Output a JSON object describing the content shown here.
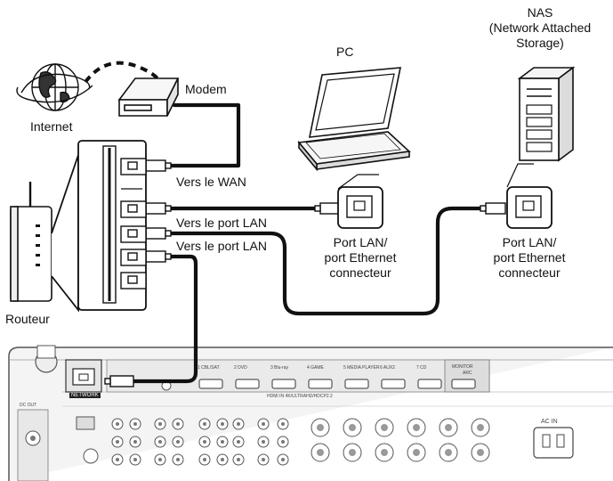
{
  "labels": {
    "internet": "Internet",
    "modem": "Modem",
    "router": "Routeur",
    "pc": "PC",
    "nas_line1": "NAS",
    "nas_line2": "(Network Attached",
    "nas_line3": "Storage)",
    "to_wan": "Vers le WAN",
    "to_lan_1": "Vers le port LAN",
    "to_lan_2": "Vers le port LAN",
    "pc_port_line1": "Port LAN/",
    "pc_port_line2": "port Ethernet",
    "pc_port_line3": "connecteur",
    "nas_port_line1": "Port LAN/",
    "nas_port_line2": "port Ethernet",
    "nas_port_line3": "connecteur"
  },
  "receiver_panel": {
    "network_tag": "NETWORK",
    "ac_in": "AC IN",
    "hdmi_inputs": [
      "1 CBL/SAT",
      "2 DVD",
      "3 Blu-ray",
      "4 GAME",
      "5 MEDIA PLAYER",
      "6 AUX2",
      "7 CD"
    ],
    "monitor_label": "MONITOR",
    "monitor_sub": "ARC",
    "hdmi_in_label": "HDMI IN  4K/ULTRAHD/HDCP2.2",
    "dc_out": "DC OUT"
  },
  "colors": {
    "cable": "#111111",
    "device_fill": "#ffffff",
    "device_stroke": "#111111",
    "panel_fill": "#f2f2f2",
    "panel_stroke": "#555555"
  }
}
